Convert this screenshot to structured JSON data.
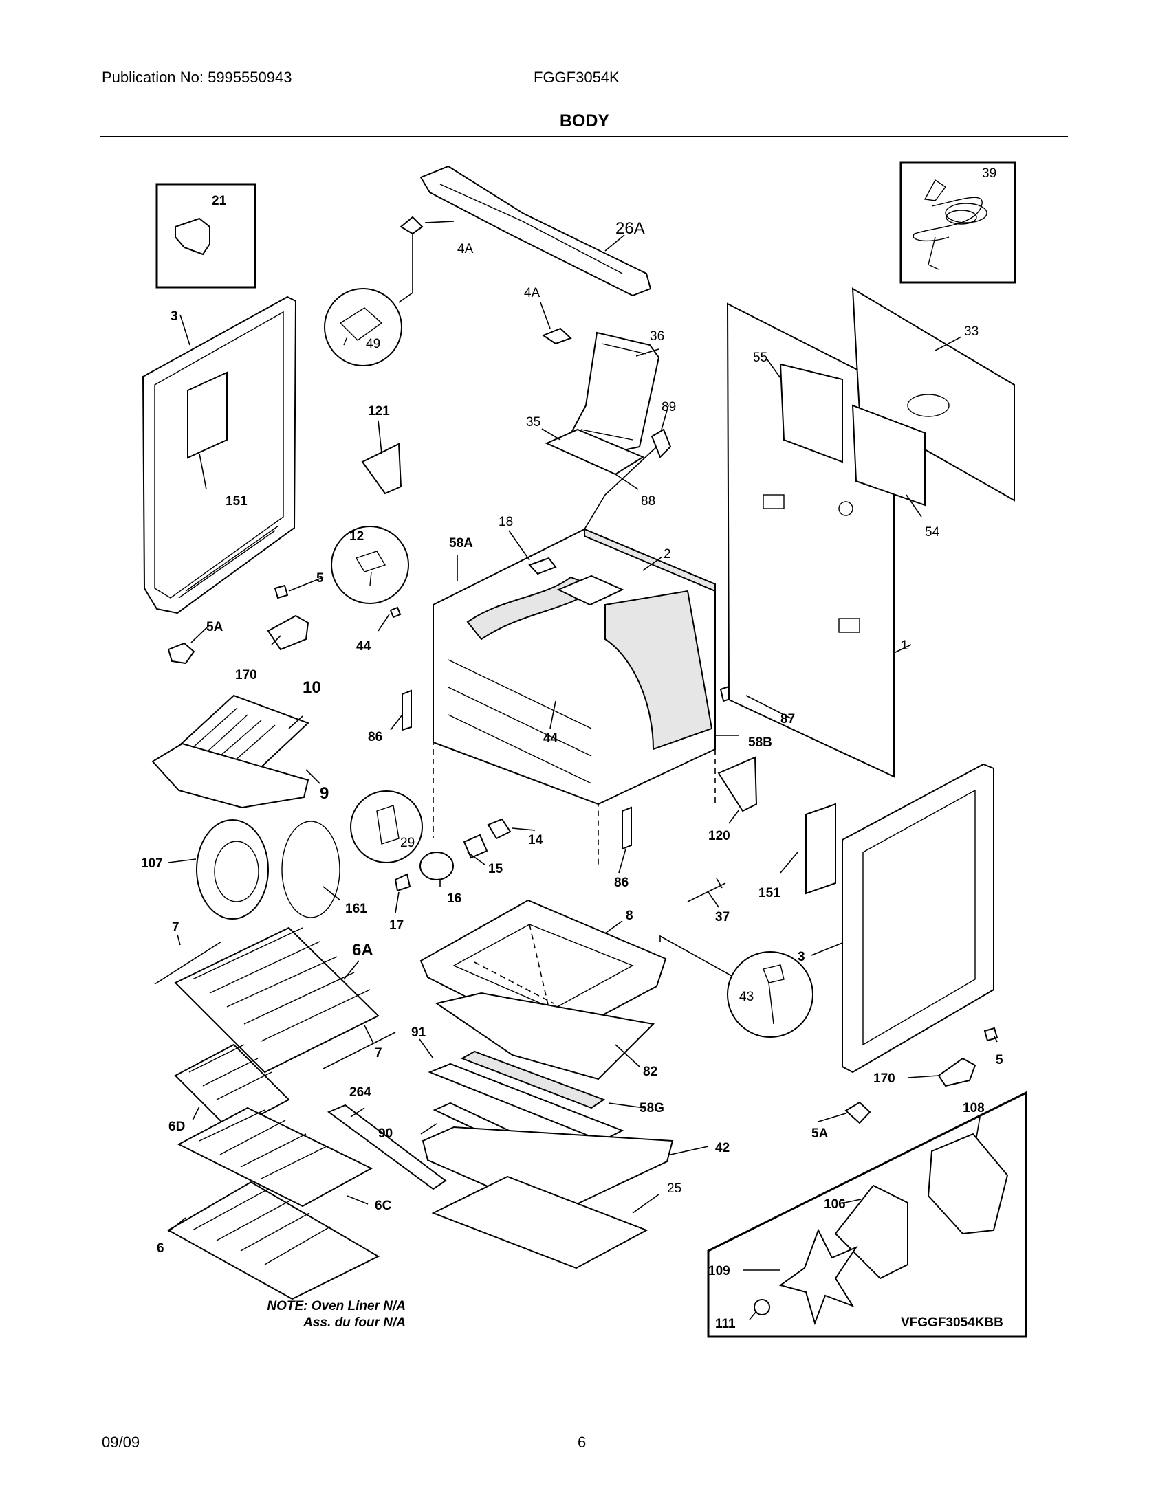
{
  "header": {
    "publication": "Publication No: 5995550943",
    "model": "FGGF3054K",
    "section_title": "BODY"
  },
  "footer": {
    "date": "09/09",
    "page_number": "6"
  },
  "note": {
    "line1": "NOTE: Oven Liner N/A",
    "line2": "Ass. du four N/A"
  },
  "diagram_code": "VFGGF3054KBB",
  "callouts": {
    "c21": "21",
    "c39": "39",
    "c26a": "26A",
    "c4a_top": "4A",
    "c4a_mid": "4A",
    "c49": "49",
    "c3_left": "3",
    "c33": "33",
    "c36": "36",
    "c55": "55",
    "c121": "121",
    "c35": "35",
    "c89": "89",
    "c88": "88",
    "c151_left": "151",
    "c18": "18",
    "c58a": "58A",
    "c2": "2",
    "c54": "54",
    "c12": "12",
    "c5_left": "5",
    "c5a_left": "5A",
    "c44_left": "44",
    "c170_left": "170",
    "c1": "1",
    "c10": "10",
    "c87": "87",
    "c86_left": "86",
    "c44_mid": "44",
    "c58b": "58B",
    "c9": "9",
    "c29": "29",
    "c14": "14",
    "c120": "120",
    "c107": "107",
    "c15": "15",
    "c16": "16",
    "c86_bottom": "86",
    "c161": "161",
    "c151_right": "151",
    "c37": "37",
    "c17": "17",
    "c7_top": "7",
    "c6a": "6A",
    "c8": "8",
    "c3_right": "3",
    "c43": "43",
    "c7_bottom": "7",
    "c91": "91",
    "c82": "82",
    "c5_right": "5",
    "c170_right": "170",
    "c264": "264",
    "c58g": "58G",
    "c108": "108",
    "c6d": "6D",
    "c90": "90",
    "c42": "42",
    "c5a_right": "5A",
    "c25": "25",
    "c6c": "6C",
    "c106": "106",
    "c6": "6",
    "c109": "109",
    "c111": "111"
  }
}
